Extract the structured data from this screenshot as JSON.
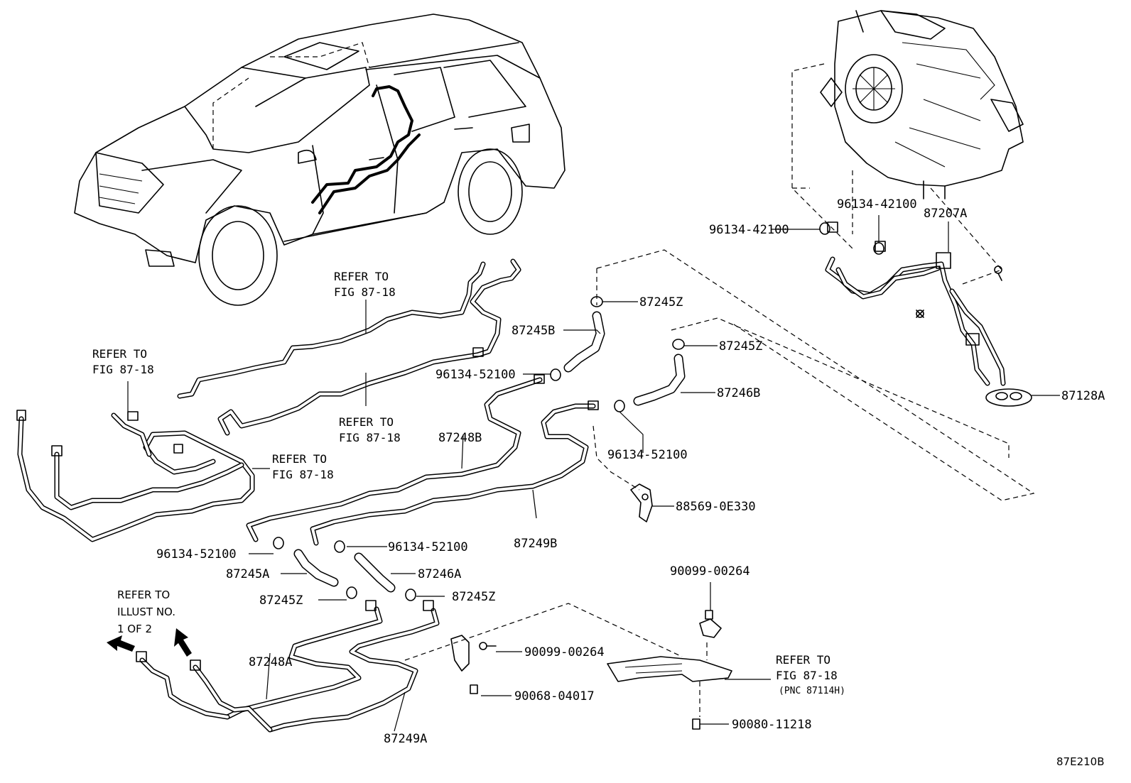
{
  "diagram": {
    "figure_code": "87E210B",
    "labels": {
      "p87245Z_top": "87245Z",
      "p87245B": "87245B",
      "p96134_52100_a": "96134-52100",
      "p87245Z_mid": "87245Z",
      "p87246B": "87246B",
      "p96134_52100_b": "96134-52100",
      "p87248B": "87248B",
      "p88569": "88569-0E330",
      "p87249B": "87249B",
      "p96134_52100_c": "96134-52100",
      "p96134_52100_d": "96134-52100",
      "p87245A": "87245A",
      "p87246A": "87246A",
      "p87245Z_low_a": "87245Z",
      "p87245Z_low_b": "87245Z",
      "p87248A": "87248A",
      "p87249A": "87249A",
      "p90099_a": "90099-00264",
      "p90099_b": "90099-00264",
      "p90068": "90068-04017",
      "p90080": "90080-11218",
      "p96134_42100_a": "96134-42100",
      "p96134_42100_b": "96134-42100",
      "p87207A": "87207A",
      "p87128A": "87128A"
    },
    "refer_blocks": {
      "r1_l1": "REFER TO",
      "r1_l2": "FIG 87-18",
      "r2_l1": "REFER TO",
      "r2_l2": "FIG 87-18",
      "r3_l1": "REFER TO",
      "r3_l2": "FIG 87-18",
      "r4_l1": "REFER TO",
      "r4_l2": "FIG 87-18",
      "r5_l1": "REFER TO",
      "r5_l2": "FIG 87-18",
      "r5_l3": "(PNC 87114H)",
      "r6_l1": "REFER TO",
      "r6_l2": "ILLUST NO.",
      "r6_l3": "1 OF 2"
    },
    "icons": [
      "vehicle-suv-illustration",
      "hvac-rear-unit-illustration",
      "arrow-left-icon"
    ]
  }
}
